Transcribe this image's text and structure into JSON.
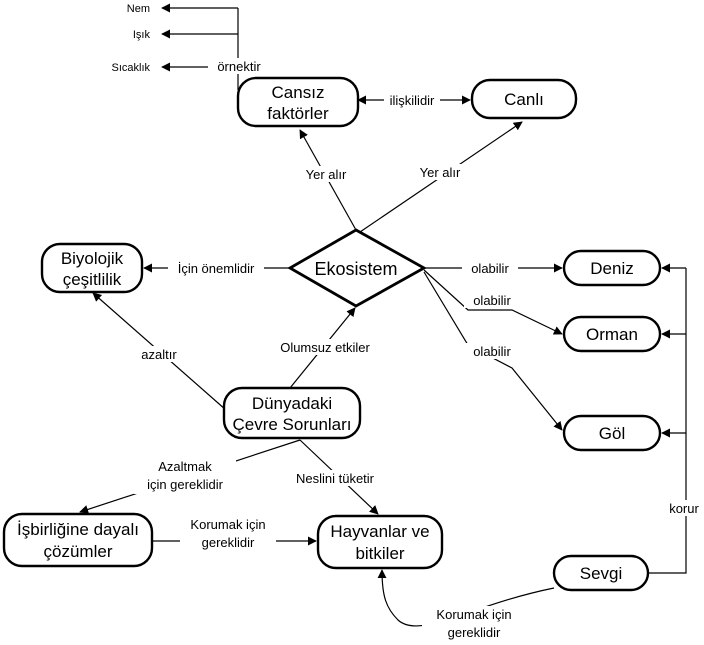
{
  "nodes": {
    "cansiz": {
      "line1": "Cansız",
      "line2": "faktörler"
    },
    "canli": {
      "label": "Canlı"
    },
    "biyolojik": {
      "line1": "Biyolojik",
      "line2": "çeşitlilik"
    },
    "ekosistem": {
      "label": "Ekosistem"
    },
    "deniz": {
      "label": "Deniz"
    },
    "orman": {
      "label": "Orman"
    },
    "gol": {
      "label": "Göl"
    },
    "dunyadaki": {
      "line1": "Dünyadaki",
      "line2": "Çevre Sorunları"
    },
    "isbirligi": {
      "line1": "İşbirliğine dayalı",
      "line2": "çözümler"
    },
    "hayvanlar": {
      "line1": "Hayvanlar ve",
      "line2": "bitkiler"
    },
    "sevgi": {
      "label": "Sevgi"
    },
    "nem": {
      "label": "Nem"
    },
    "isik": {
      "label": "Işık"
    },
    "sicaklik": {
      "label": "Sıcaklık"
    }
  },
  "edges": {
    "ornektir": "örnektir",
    "iliskilidir": "ilişkilidir",
    "yer_alir_1": "Yer alır",
    "yer_alir_2": "Yer alır",
    "icin_onemlidir": "İçin önemlidir",
    "olabilir_1": "olabilir",
    "olabilir_2": "olabilir",
    "olabilir_3": "olabilir",
    "olumsuz_etkiler": "Olumsuz etkiler",
    "azaltir": "azaltır",
    "azaltmak_1": "Azaltmak",
    "azaltmak_2": "için gereklidir",
    "neslini_tuketir": "Neslini tüketir",
    "korumak_1_line1": "Korumak için",
    "korumak_1_line2": "gereklidir",
    "korumak_2_line1": "Korumak için",
    "korumak_2_line2": "gereklidir",
    "korur": "korur"
  }
}
